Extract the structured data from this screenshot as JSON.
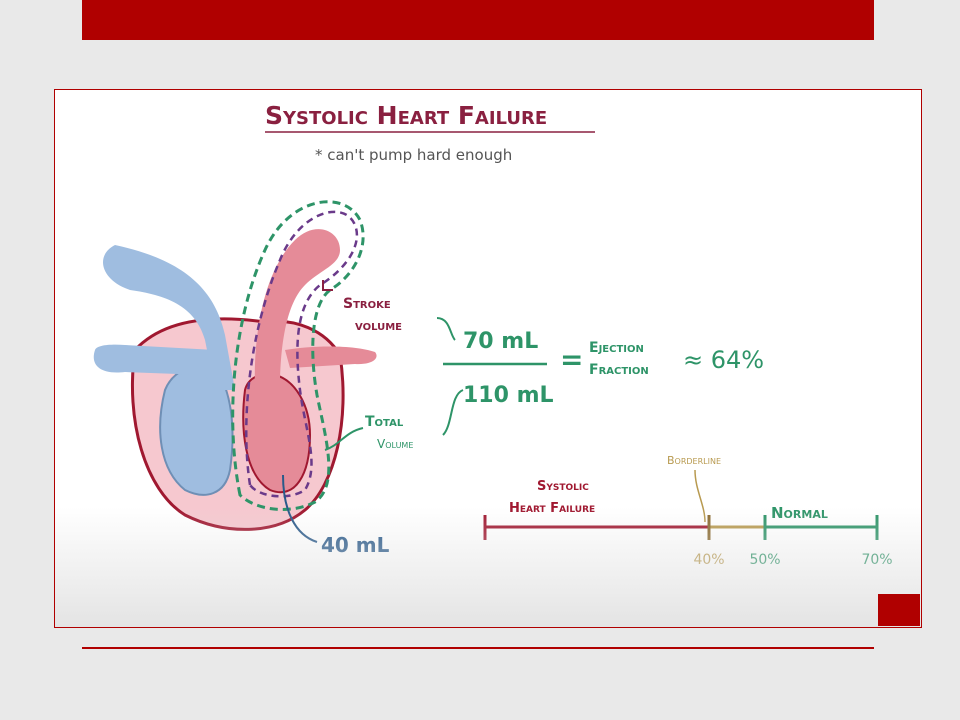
{
  "title": "Systolic Heart Failure",
  "subtitle": "* can't pump hard enough",
  "labels": {
    "stroke_volume_line1": "Stroke",
    "stroke_volume_line2": "volume",
    "numerator": "70 mL",
    "denominator": "110 mL",
    "equals": "=",
    "ejection_line1": "Ejection",
    "ejection_line2": "Fraction",
    "ejection_value": "≈ 64%",
    "total_volume_line1": "Total",
    "total_volume_line2": "Volume",
    "residual_volume": "40 mL"
  },
  "scale": {
    "range_min_pct": 0,
    "range_max_pct": 70,
    "segments": [
      {
        "name_line1": "Systolic",
        "name_line2": "Heart Failure",
        "to_pct": 40,
        "color": "#a01830"
      },
      {
        "name_line1": "Borderline",
        "name_line2": "",
        "to_pct": 50,
        "color": "#b89a50"
      },
      {
        "name_line1": "Normal",
        "name_line2": "",
        "to_pct": 70,
        "color": "#2e9468"
      }
    ],
    "ticks": [
      "40%",
      "50%",
      "70%"
    ]
  },
  "colors": {
    "accent_red": "#b00000",
    "title_color": "#8a2040",
    "green": "#2e9468",
    "purple": "#6a3a8a",
    "blue": "#9fbde0",
    "pink": "#e07a8a",
    "navy": "#2a5a8a"
  }
}
